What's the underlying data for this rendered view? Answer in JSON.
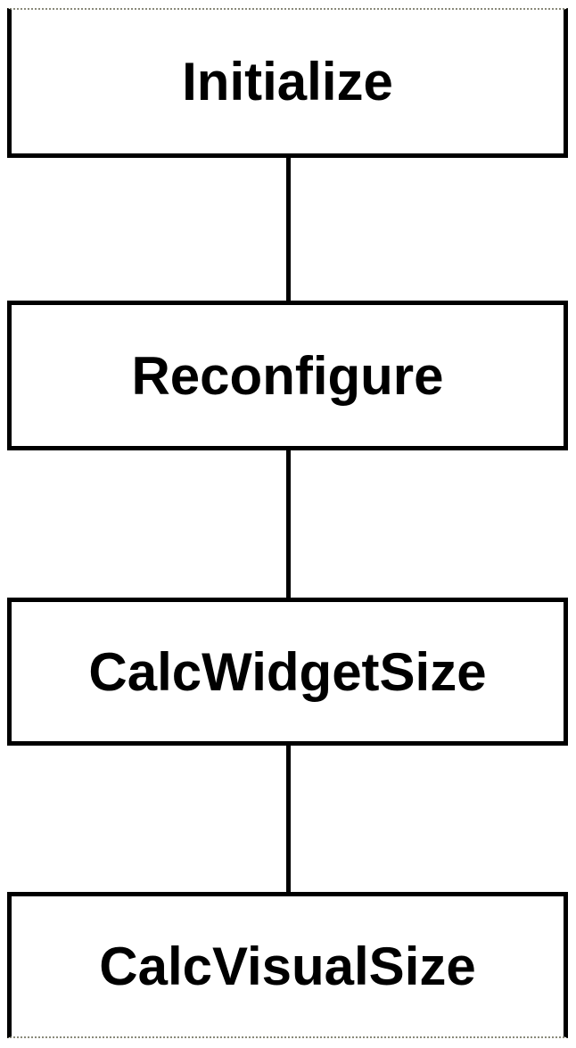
{
  "diagram": {
    "type": "flowchart",
    "orientation": "vertical",
    "nodes": [
      {
        "id": "initialize",
        "label": "Initialize"
      },
      {
        "id": "reconfigure",
        "label": "Reconfigure"
      },
      {
        "id": "calc-widget-size",
        "label": "CalcWidgetSize"
      },
      {
        "id": "calc-visual-size",
        "label": "CalcVisualSize"
      }
    ],
    "edges": [
      {
        "from": "Initialize",
        "to": "Reconfigure"
      },
      {
        "from": "Reconfigure",
        "to": "CalcWidgetSize"
      },
      {
        "from": "CalcWidgetSize",
        "to": "CalcVisualSize"
      }
    ],
    "colors": {
      "node_border": "#000000",
      "node_background": "#ffffff",
      "text": "#000000",
      "connector": "#000000",
      "cropped_edge_dotted": "#8a8a7a"
    }
  }
}
